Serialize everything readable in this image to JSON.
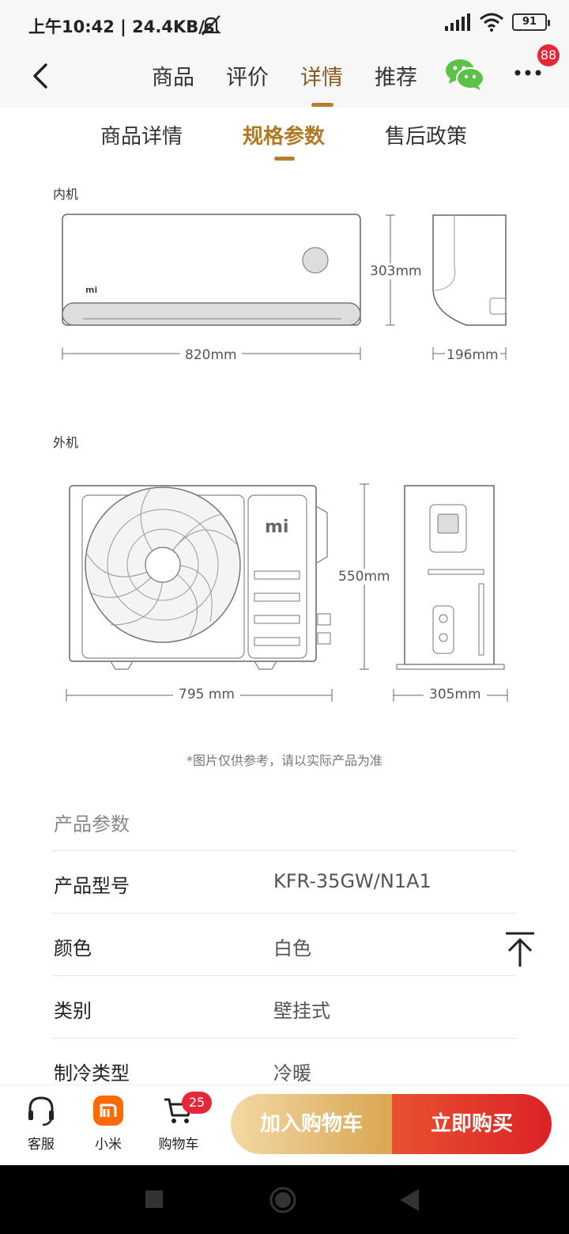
{
  "status": {
    "time_text": "上午10:42 | 24.4KB/s",
    "battery": "91"
  },
  "nav": {
    "tabs": [
      "商品",
      "评价",
      "详情",
      "推荐"
    ],
    "active_index": 2,
    "more_badge": "88"
  },
  "sub_tabs": {
    "items": [
      "商品详情",
      "规格参数",
      "售后政策"
    ],
    "active_index": 1
  },
  "diagrams": {
    "indoor": {
      "label": "内机",
      "height": "303mm",
      "width": "820mm",
      "depth": "196mm",
      "logo": "mi"
    },
    "outdoor": {
      "label": "外机",
      "height": "550mm",
      "width": "795 mm",
      "depth": "305mm",
      "logo": "mi"
    },
    "note": "*图片仅供参考，请以实际产品为准"
  },
  "params": {
    "title": "产品参数",
    "rows": [
      {
        "name": "产品型号",
        "value": "KFR-35GW/N1A1"
      },
      {
        "name": "颜色",
        "value": "白色"
      },
      {
        "name": "类别",
        "value": "壁挂式"
      },
      {
        "name": "制冷类型",
        "value": "冷暖"
      }
    ]
  },
  "bottom_bar": {
    "service": "客服",
    "mi": "小米",
    "cart": "购物车",
    "cart_badge": "25",
    "add_to_cart": "加入购物车",
    "buy_now": "立即购买"
  }
}
